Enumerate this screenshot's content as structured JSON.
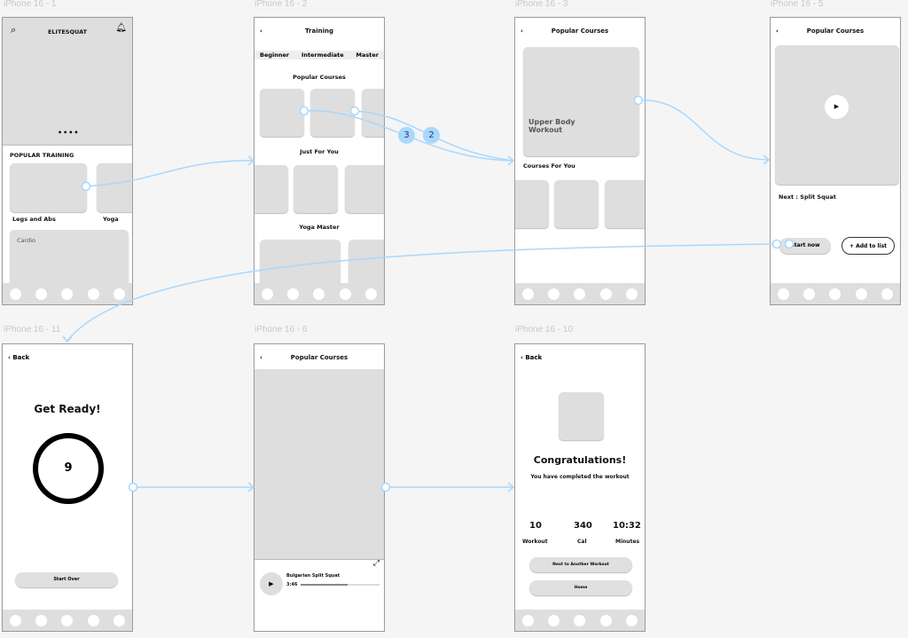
{
  "frames": {
    "f1": {
      "label": "iPhone 16 - 1",
      "title": "ELITESQUAT",
      "section": "POPULAR TRAINING",
      "cards": [
        "Legs and Abs",
        "Yoga",
        "Cardio"
      ]
    },
    "f2": {
      "label": "iPhone 16 - 2",
      "title": "Training",
      "tabs": [
        "Beginner",
        "Intermediate",
        "Master"
      ],
      "sections": [
        "Popular Courses",
        "Just For You",
        "Yoga Master"
      ]
    },
    "f3": {
      "label": "iPhone 16 - 3",
      "title": "Popular Courses",
      "hero": "Upper Body Workout",
      "section": "Courses For You"
    },
    "f5": {
      "label": "iPhone 16 - 5",
      "title": "Popular Courses",
      "next": "Next : Split Squat",
      "start": "Start now",
      "add": "+ Add to list"
    },
    "f11": {
      "label": "iPhone 16 - 11",
      "back": "Back",
      "heading": "Get Ready!",
      "countdown": "9",
      "button": "Start Over"
    },
    "f6": {
      "label": "iPhone 16 - 6",
      "title": "Popular Courses",
      "track": "Bulgarian Split Squat",
      "time": "3:46",
      "progress": 0.6
    },
    "f10": {
      "label": "iPhone 16 - 10",
      "back": "Back",
      "heading": "Congratulations!",
      "sub": "You have completed the workout",
      "stats": [
        {
          "value": "10",
          "label": "Workout"
        },
        {
          "value": "340",
          "label": "Cal"
        },
        {
          "value": "10:32",
          "label": "Minutes"
        }
      ],
      "buttons": [
        "Next to Another Workout",
        "Home"
      ]
    }
  },
  "badges": [
    "3",
    "2"
  ],
  "colors": {
    "wire": "#a8d8ff",
    "placeholder": "#dedede"
  }
}
